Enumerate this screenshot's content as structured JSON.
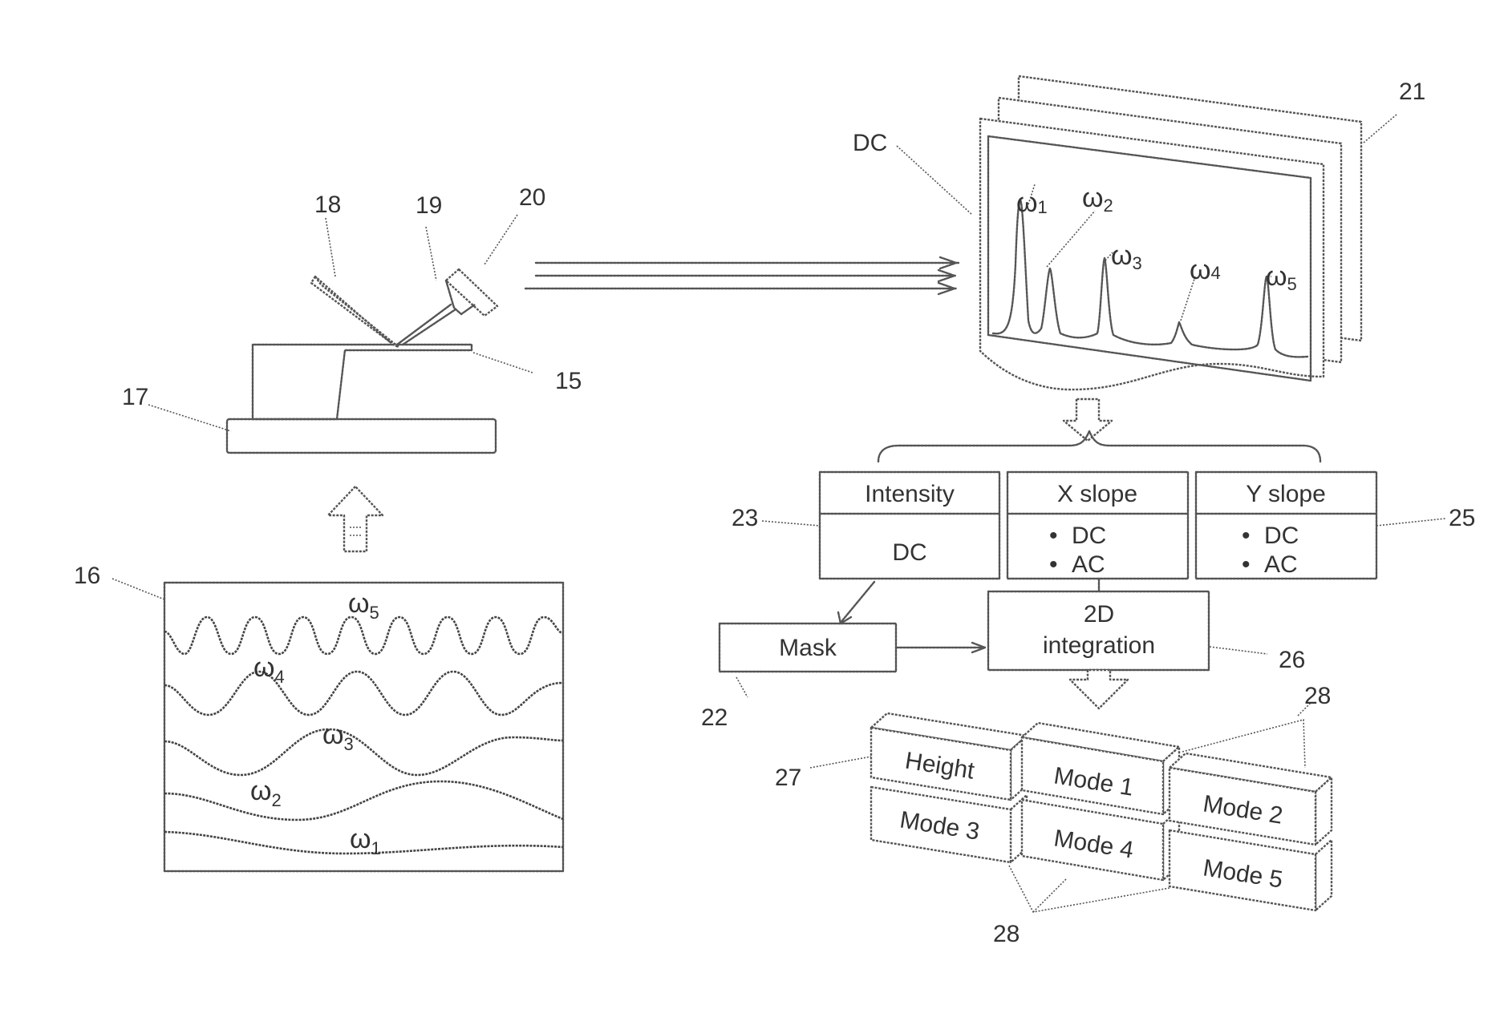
{
  "refs": {
    "r15": "15",
    "r16": "16",
    "r17": "17",
    "r18": "18",
    "r19": "19",
    "r20": "20",
    "r21": "21",
    "r22": "22",
    "r23": "23",
    "r25": "25",
    "r26": "26",
    "r27": "27",
    "r28a": "28",
    "r28b": "28"
  },
  "spectrum": {
    "dc_label": "DC",
    "peaks": [
      {
        "symbol": "ω",
        "sub": "1"
      },
      {
        "symbol": "ω",
        "sub": "2"
      },
      {
        "symbol": "ω",
        "sub": "3"
      },
      {
        "symbol": "ω",
        "sub": "4"
      },
      {
        "symbol": "ω",
        "sub": "5"
      }
    ]
  },
  "table": {
    "headers": [
      "Intensity",
      "X slope",
      "Y slope"
    ],
    "intensity_value": "DC",
    "x_slope_values": [
      "DC",
      "AC"
    ],
    "y_slope_values": [
      "DC",
      "AC"
    ],
    "bullet": "•"
  },
  "mask_label": "Mask",
  "integration_label": [
    "2D",
    "integration"
  ],
  "outputs": {
    "height": "Height",
    "mode1": "Mode 1",
    "mode2": "Mode 2",
    "mode3": "Mode 3",
    "mode4": "Mode 4",
    "mode5": "Mode 5"
  },
  "waves": [
    {
      "symbol": "ω",
      "sub": "5"
    },
    {
      "symbol": "ω",
      "sub": "4"
    },
    {
      "symbol": "ω",
      "sub": "3"
    },
    {
      "symbol": "ω",
      "sub": "2"
    },
    {
      "symbol": "ω",
      "sub": "1"
    }
  ]
}
